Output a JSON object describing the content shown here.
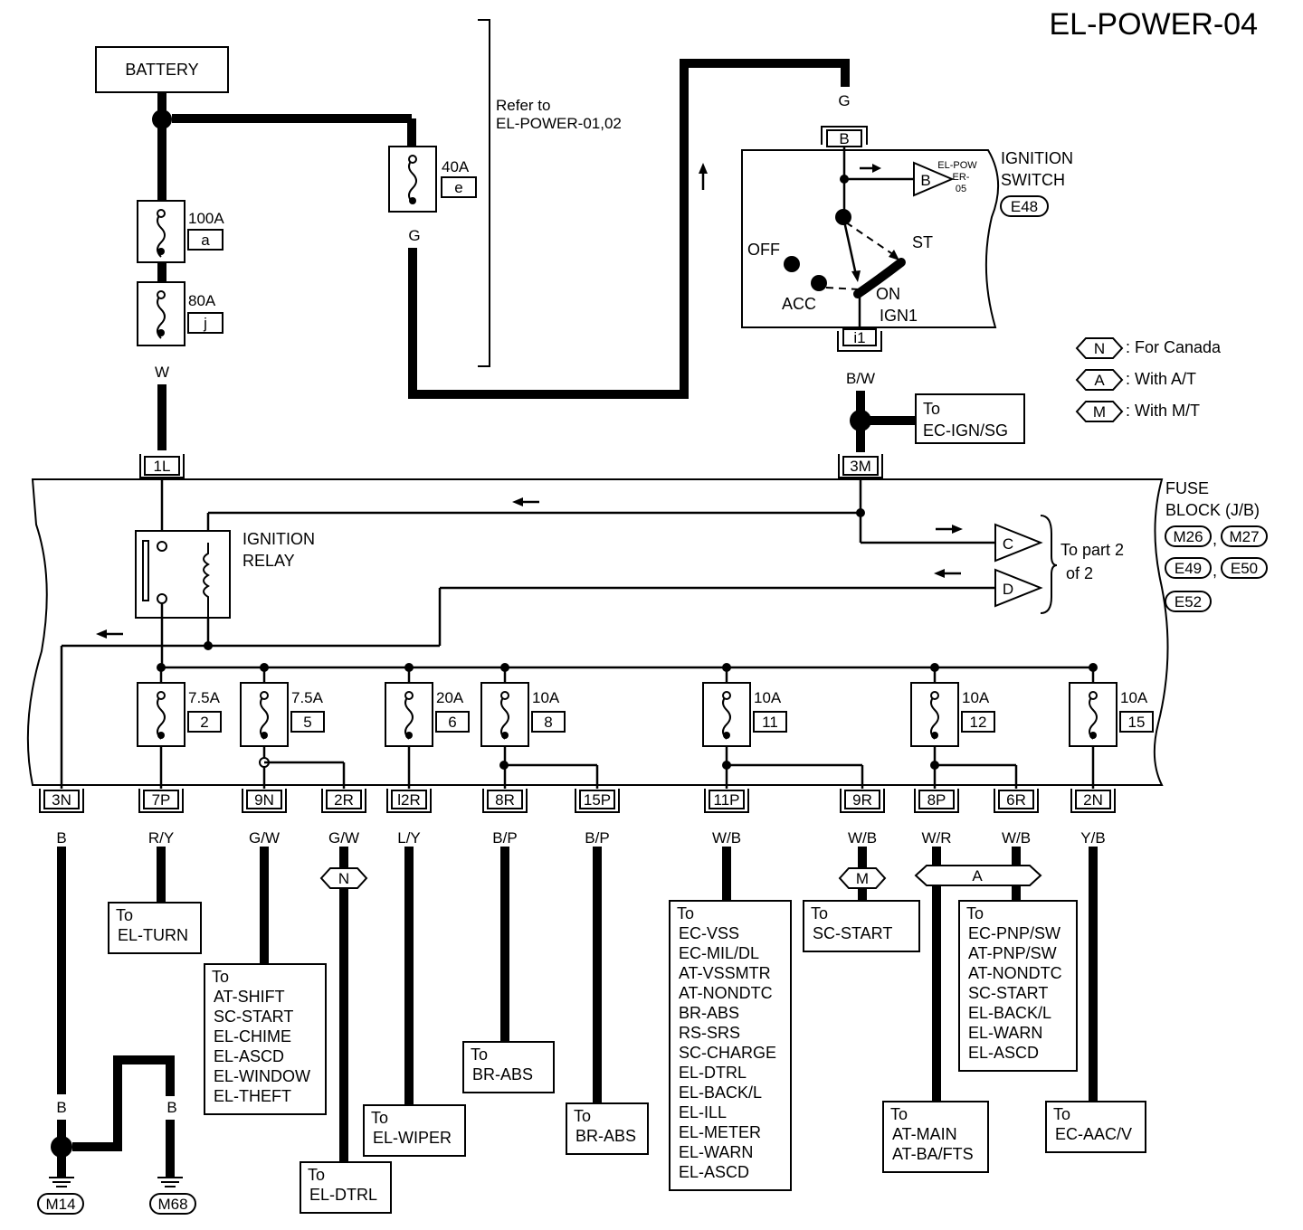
{
  "title": "EL-POWER-04",
  "battery_label": "BATTERY",
  "refer_note": [
    "Refer to",
    "EL-POWER-01,02"
  ],
  "fusible_links": [
    {
      "rating": "100A",
      "id": "a"
    },
    {
      "rating": "80A",
      "id": "j"
    },
    {
      "rating": "40A",
      "id": "e"
    }
  ],
  "wire_colors": {
    "link_out": "W",
    "fuse40_out": "G",
    "switch_in": "G",
    "switch_out": "B/W"
  },
  "ignition_switch": {
    "label": [
      "IGNITION",
      "SWITCH"
    ],
    "connector": "E48",
    "terminal_in": "B",
    "terminal_out": "i1",
    "positions": {
      "off": "OFF",
      "acc": "ACC",
      "on": "ON",
      "st": "ST",
      "ign": "IGN1"
    },
    "ref_tag": "B",
    "ref_page": [
      "EL-POW",
      "ER-",
      "05"
    ]
  },
  "legend": [
    {
      "code": "N",
      "text": ": For Canada"
    },
    {
      "code": "A",
      "text": ": With A/T"
    },
    {
      "code": "M",
      "text": ": With M/T"
    }
  ],
  "ec_ign": [
    "To",
    "EC-IGN/SG"
  ],
  "fuse_block": {
    "label": [
      "FUSE",
      "BLOCK (J/B)"
    ],
    "connectors": [
      "M26",
      "M27",
      "E49",
      "E50",
      "E52"
    ],
    "top_terminals": [
      "1L",
      "3M"
    ],
    "relay_label": [
      "IGNITION",
      "RELAY"
    ],
    "part2_tags": [
      "C",
      "D"
    ],
    "part2_note": [
      "To part 2",
      "of 2"
    ]
  },
  "fuses": [
    {
      "rating": "7.5A",
      "num": "2"
    },
    {
      "rating": "7.5A",
      "num": "5"
    },
    {
      "rating": "20A",
      "num": "6"
    },
    {
      "rating": "10A",
      "num": "8"
    },
    {
      "rating": "10A",
      "num": "11"
    },
    {
      "rating": "10A",
      "num": "12"
    },
    {
      "rating": "10A",
      "num": "15"
    }
  ],
  "bottom_terminals": [
    {
      "term": "3N",
      "wire": "B"
    },
    {
      "term": "7P",
      "wire": "R/Y"
    },
    {
      "term": "9N",
      "wire": "G/W"
    },
    {
      "term": "2R",
      "wire": "G/W"
    },
    {
      "term": "l2R",
      "wire": "L/Y"
    },
    {
      "term": "8R",
      "wire": "B/P"
    },
    {
      "term": "15P",
      "wire": "B/P"
    },
    {
      "term": "11P",
      "wire": "W/B"
    },
    {
      "term": "9R",
      "wire": "W/B"
    },
    {
      "term": "8P",
      "wire": "W/R"
    },
    {
      "term": "6R",
      "wire": "W/B"
    },
    {
      "term": "2N",
      "wire": "Y/B"
    }
  ],
  "option_tags": {
    "n": "N",
    "m": "M",
    "a": "A"
  },
  "destinations": {
    "turn": [
      "To",
      "EL-TURN"
    ],
    "shift": [
      "To",
      "AT-SHIFT",
      "SC-START",
      "EL-CHIME",
      "EL-ASCD",
      "EL-WINDOW",
      "EL-THEFT"
    ],
    "dtrl": [
      "To",
      "EL-DTRL"
    ],
    "wiper": [
      "To",
      "EL-WIPER"
    ],
    "abs1": [
      "To",
      "BR-ABS"
    ],
    "abs2": [
      "To",
      "BR-ABS"
    ],
    "vss": [
      "To",
      "EC-VSS",
      "EC-MIL/DL",
      "AT-VSSMTR",
      "AT-NONDTC",
      "BR-ABS",
      "RS-SRS",
      "SC-CHARGE",
      "EL-DTRL",
      "EL-BACK/L",
      "EL-ILL",
      "EL-METER",
      "EL-WARN",
      "EL-ASCD"
    ],
    "start": [
      "To",
      "SC-START"
    ],
    "pnp": [
      "To",
      "EC-PNP/SW",
      "AT-PNP/SW",
      "AT-NONDTC",
      "SC-START",
      "EL-BACK/L",
      "EL-WARN",
      "EL-ASCD"
    ],
    "atmain": [
      "To",
      "AT-MAIN",
      "AT-BA/FTS"
    ],
    "aac": [
      "To",
      "EC-AAC/V"
    ]
  },
  "ground": {
    "wires": [
      "B",
      "B",
      "B"
    ],
    "points": [
      "M14",
      "M68"
    ]
  }
}
